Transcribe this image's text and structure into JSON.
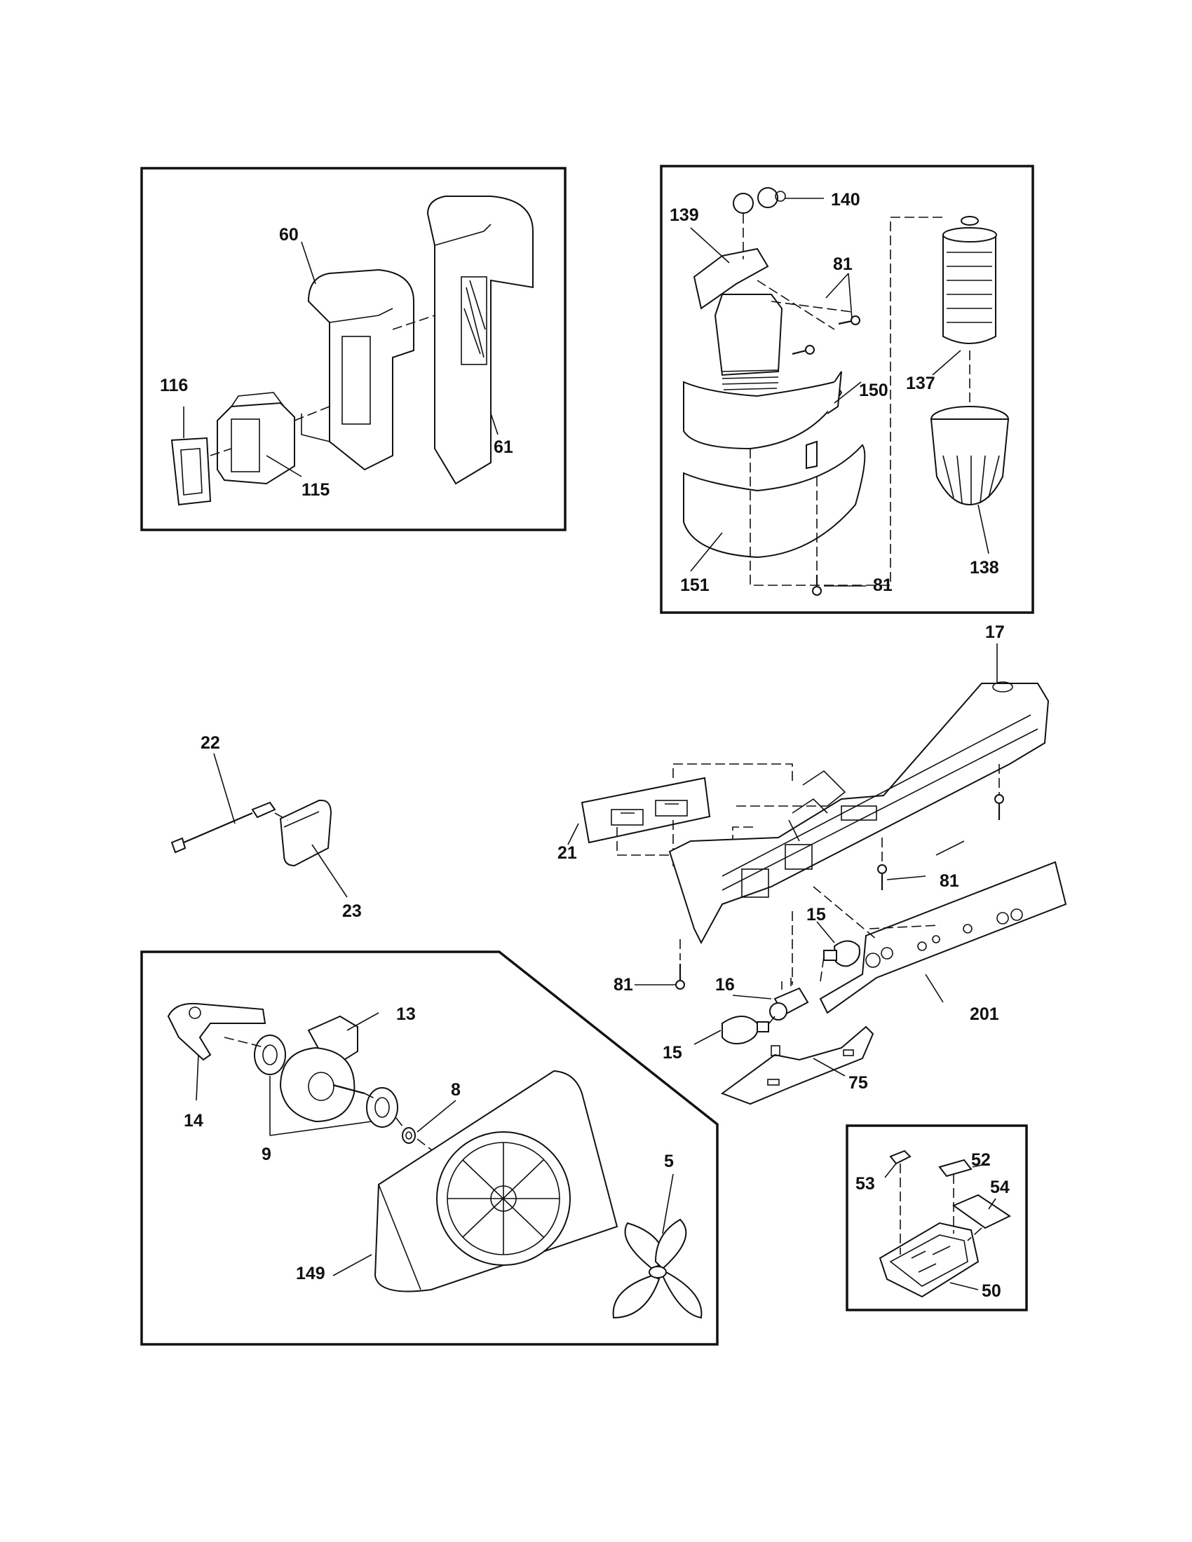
{
  "callouts": {
    "c60": "60",
    "c61": "61",
    "c115": "115",
    "c116": "116",
    "c140": "140",
    "c139": "139",
    "c81a": "81",
    "c150": "150",
    "c137": "137",
    "c151": "151",
    "c81b": "81",
    "c138": "138",
    "c17": "17",
    "c22": "22",
    "c21": "21",
    "c23": "23",
    "c81c": "81",
    "c15a": "15",
    "c81d": "81",
    "c16": "16",
    "c201": "201",
    "c15b": "15",
    "c75": "75",
    "c13": "13",
    "c8": "8",
    "c14": "14",
    "c9": "9",
    "c5": "5",
    "c149": "149",
    "c52": "52",
    "c53": "53",
    "c54": "54",
    "c50": "50"
  }
}
